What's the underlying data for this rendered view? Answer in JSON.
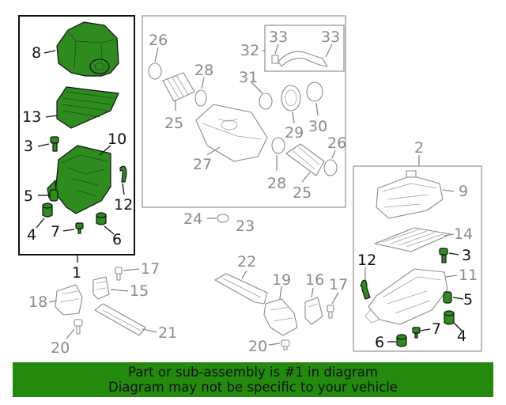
{
  "diagram": {
    "box_main_label": "1",
    "box_side_label": "2",
    "box_top_label": "23",
    "callouts": {
      "main_8": "8",
      "main_13": "13",
      "main_3": "3",
      "main_10": "10",
      "main_5": "5",
      "main_12": "12",
      "main_4": "4",
      "main_7": "7",
      "main_6": "6",
      "top_26a": "26",
      "top_28a": "28",
      "top_25a": "25",
      "top_27": "27",
      "top_32": "32",
      "top_33a": "33",
      "top_33b": "33",
      "top_31": "31",
      "top_29": "29",
      "top_30": "30",
      "top_26b": "26",
      "top_28b": "28",
      "top_25b": "25",
      "top_24": "24",
      "side_9": "9",
      "side_14": "14",
      "side_12": "12",
      "side_3": "3",
      "side_11": "11",
      "side_5": "5",
      "side_7": "7",
      "side_6": "6",
      "side_4": "4",
      "low_17a": "17",
      "low_18": "18",
      "low_15": "15",
      "low_20a": "20",
      "low_21": "21",
      "low_22": "22",
      "low_19": "19",
      "low_16": "16",
      "low_17b": "17",
      "low_20b": "20"
    }
  },
  "footer": {
    "line1": "Part or sub-assembly is #1 in diagram",
    "line2": "Diagram may not be specific to your vehicle"
  },
  "colors": {
    "highlight": "#2e8b1e",
    "banner": "#248a0d",
    "line_dark": "#111111",
    "line_gray": "#8a8a8a"
  }
}
